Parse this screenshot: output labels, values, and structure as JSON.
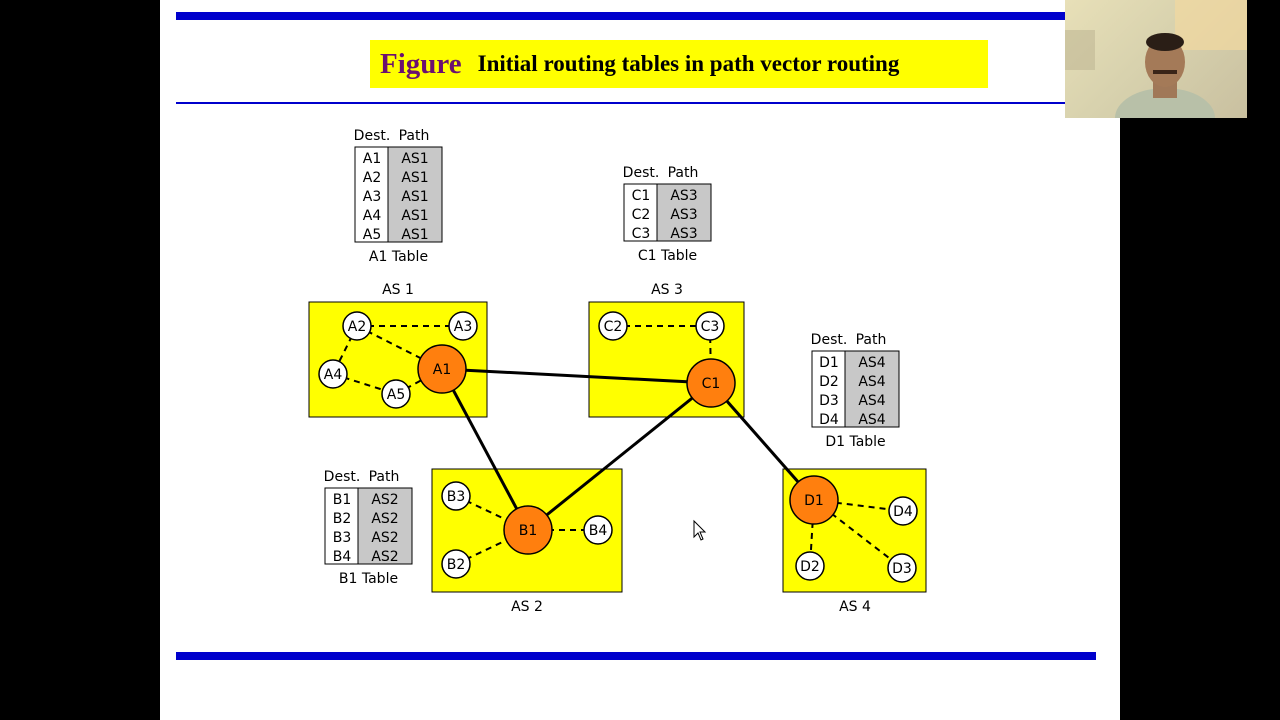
{
  "slide": {
    "title_prefix": "Figure",
    "title": "Initial routing tables in path vector routing"
  },
  "colors": {
    "bar": "#0000cc",
    "title_bg": "#ffff00",
    "title_prefix": "#6b1070",
    "as_fill": "#ffff00",
    "speaker_node": "#ff7f0e",
    "host_node": "#ffffff",
    "path_cell": "#c8c8c8"
  },
  "tables": {
    "A1": {
      "col_dest": "Dest.",
      "col_path": "Path",
      "caption": "A1 Table",
      "rows": [
        [
          "A1",
          "AS1"
        ],
        [
          "A2",
          "AS1"
        ],
        [
          "A3",
          "AS1"
        ],
        [
          "A4",
          "AS1"
        ],
        [
          "A5",
          "AS1"
        ]
      ]
    },
    "C1": {
      "col_dest": "Dest.",
      "col_path": "Path",
      "caption": "C1 Table",
      "rows": [
        [
          "C1",
          "AS3"
        ],
        [
          "C2",
          "AS3"
        ],
        [
          "C3",
          "AS3"
        ]
      ]
    },
    "D1": {
      "col_dest": "Dest.",
      "col_path": "Path",
      "caption": "D1 Table",
      "rows": [
        [
          "D1",
          "AS4"
        ],
        [
          "D2",
          "AS4"
        ],
        [
          "D3",
          "AS4"
        ],
        [
          "D4",
          "AS4"
        ]
      ]
    },
    "B1": {
      "col_dest": "Dest.",
      "col_path": "Path",
      "caption": "B1 Table",
      "rows": [
        [
          "B1",
          "AS2"
        ],
        [
          "B2",
          "AS2"
        ],
        [
          "B3",
          "AS2"
        ],
        [
          "B4",
          "AS2"
        ]
      ]
    }
  },
  "systems": {
    "AS1": "AS 1",
    "AS2": "AS 2",
    "AS3": "AS 3",
    "AS4": "AS 4"
  },
  "nodes": {
    "A1": "A1",
    "A2": "A2",
    "A3": "A3",
    "A4": "A4",
    "A5": "A5",
    "B1": "B1",
    "B2": "B2",
    "B3": "B3",
    "B4": "B4",
    "C1": "C1",
    "C2": "C2",
    "C3": "C3",
    "D1": "D1",
    "D2": "D2",
    "D3": "D3",
    "D4": "D4"
  }
}
